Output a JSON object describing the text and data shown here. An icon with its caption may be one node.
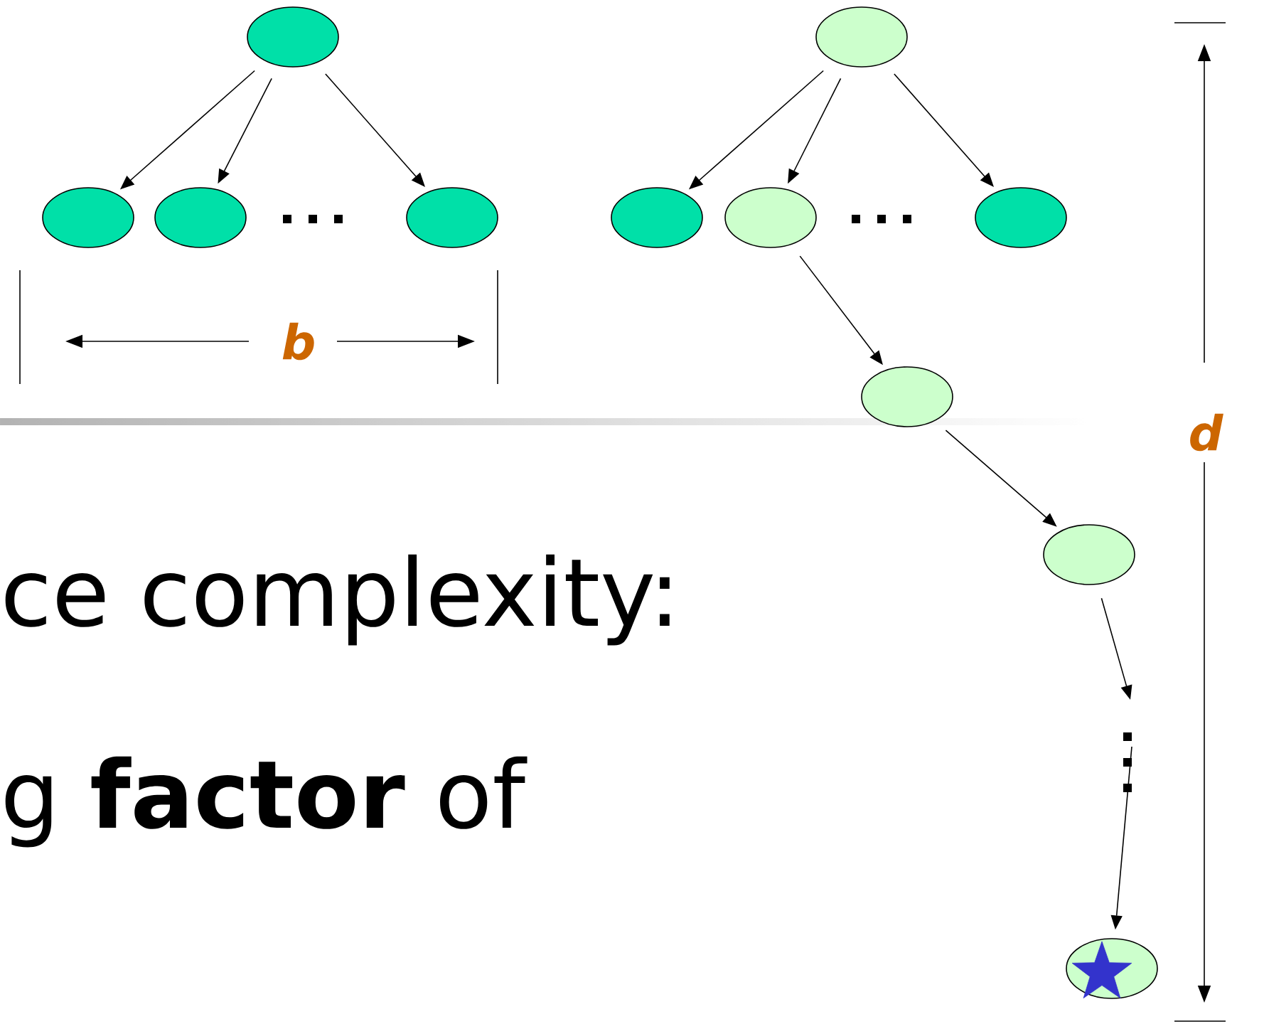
{
  "diagram": {
    "nodes": [
      {
        "text": [],
        "shape": "ellipse"
      },
      {
        "text": [],
        "shape": "ellipse"
      },
      {
        "text": [],
        "shape": "ellipse"
      },
      {
        "text": [],
        "shape": "ellipse"
      },
      {
        "text": [],
        "shape": "ellipse"
      },
      {
        "text": [],
        "shape": "ellipse"
      },
      {
        "text": [],
        "shape": "ellipse"
      },
      {
        "text": [],
        "shape": "ellipse"
      },
      {
        "text": [],
        "shape": "ellipse"
      },
      {
        "text": [],
        "shape": "ellipse"
      },
      {
        "text": [],
        "shape": "ellipse"
      }
    ],
    "edges": [
      {
        "from": 0,
        "to": 1,
        "arrow": "to"
      },
      {
        "from": 0,
        "to": 2,
        "arrow": "to"
      },
      {
        "from": 0,
        "to": 3,
        "arrow": "to"
      },
      {
        "from": 4,
        "to": 5,
        "arrow": "to"
      },
      {
        "from": 4,
        "to": 6,
        "arrow": "to"
      },
      {
        "from": 4,
        "to": 7,
        "arrow": "to"
      },
      {
        "from": 6,
        "to": 8,
        "arrow": "to"
      },
      {
        "from": 8,
        "to": 9,
        "arrow": "to"
      },
      {
        "from": 9,
        "to": null,
        "arrow": "to"
      },
      {
        "from": null,
        "to": 10,
        "arrow": "to"
      }
    ],
    "labels": [
      "b",
      "d",
      "ce complexity:",
      "g **factor** of"
    ]
  }
}
